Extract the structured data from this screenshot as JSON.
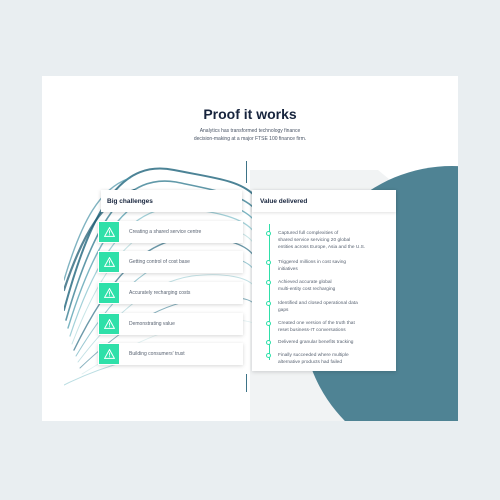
{
  "page": {
    "title": "Proof it works",
    "subtitle_lines": [
      "Analytics has transformed technology finance",
      "decision-making at a major FTSE 100 finance firm."
    ]
  },
  "challenges": {
    "header": "Big challenges",
    "items": [
      {
        "label": "Creating a shared service centre",
        "icon": "warning-icon"
      },
      {
        "label": "Getting control of cost base",
        "icon": "warning-icon"
      },
      {
        "label": "Accurately recharging costs",
        "icon": "warning-icon"
      },
      {
        "label": "Demonstrating value",
        "icon": "warning-icon"
      },
      {
        "label": "Building consumers' trust",
        "icon": "warning-icon"
      }
    ]
  },
  "values": {
    "header": "Value delivered",
    "items": [
      {
        "lines": [
          "Captured full complexities of",
          "shared service servicing 20 global",
          "entities across Europe, Asia and the U.S."
        ]
      },
      {
        "lines": [
          "Triggered millions in cost saving",
          "initiatives"
        ]
      },
      {
        "lines": [
          "Achieved accurate global",
          "multi-entity cost recharging"
        ]
      },
      {
        "lines": [
          "Identified and closed operational data",
          "gaps"
        ]
      },
      {
        "lines": [
          "Created one version of the truth that",
          "reset business-IT conversations"
        ]
      },
      {
        "lines": [
          "Delivered granular benefits tracking"
        ]
      },
      {
        "lines": [
          "Finally succeeded where multiple",
          "alternative products had failed"
        ]
      }
    ]
  },
  "colors": {
    "background": "#e9eef1",
    "card": "#ffffff",
    "accent_green": "#2fe0a9",
    "teal": "#4f8394",
    "heading": "#17243d",
    "body_text": "#5a6473"
  }
}
